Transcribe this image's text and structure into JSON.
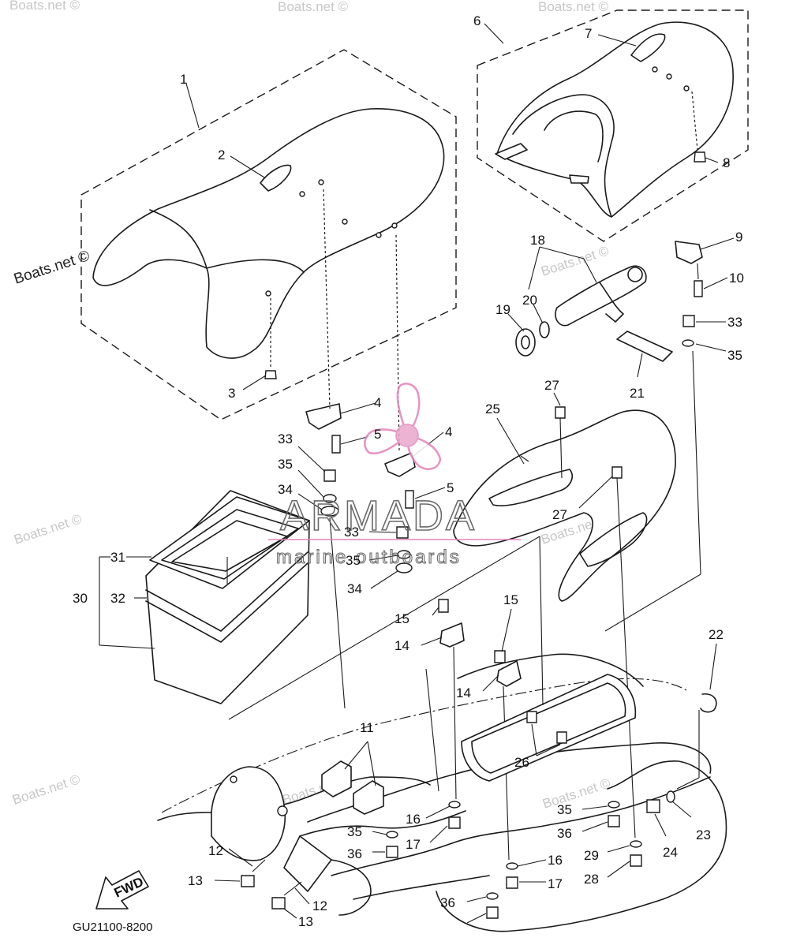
{
  "diagram": {
    "code": "GU21100-8200",
    "direction_label": "FWD",
    "callouts": [
      "1",
      "2",
      "3",
      "4",
      "4",
      "5",
      "5",
      "6",
      "7",
      "8",
      "9",
      "10",
      "11",
      "12",
      "12",
      "13",
      "13",
      "14",
      "14",
      "15",
      "15",
      "16",
      "16",
      "17",
      "17",
      "18",
      "19",
      "20",
      "21",
      "22",
      "23",
      "24",
      "25",
      "26",
      "27",
      "27",
      "28",
      "29",
      "30",
      "31",
      "32",
      "33",
      "33",
      "33",
      "34",
      "34",
      "35",
      "35",
      "35",
      "35",
      "35",
      "36",
      "36",
      "36"
    ]
  },
  "watermarks": {
    "boats_net": "Boats.net ©",
    "brand_title": "ARMADA",
    "brand_subtitle": "marine outboards"
  },
  "colors": {
    "line": "#1a1a1a",
    "logo_pink": "#e383b8",
    "logo_pink_fill": "#e9a6cc",
    "watermark_grey": "#c7c7c7",
    "brand_grey": "#6a6a6a"
  }
}
